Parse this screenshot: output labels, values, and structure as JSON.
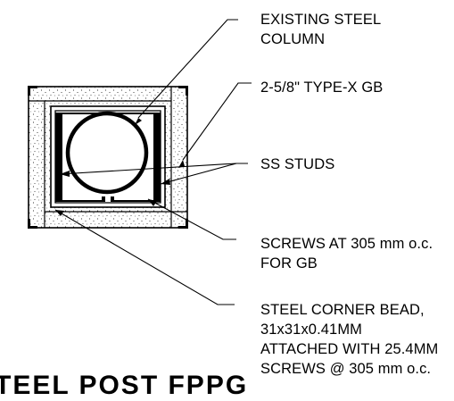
{
  "labels": {
    "existing_column": "EXISTING STEEL\nCOLUMN",
    "gb": "2-5/8\" TYPE-X GB",
    "studs": "SS STUDS",
    "screws": "SCREWS AT 305 mm o.c.\nFOR GB",
    "corner_bead": "STEEL CORNER BEAD,\n31x31x0.41MM\nATTACHED WITH 25.4MM\nSCREWS @ 305 mm o.c."
  },
  "title_fragment": "TEEL POST FPPG",
  "colors": {
    "line": "#000000",
    "background": "#ffffff"
  }
}
